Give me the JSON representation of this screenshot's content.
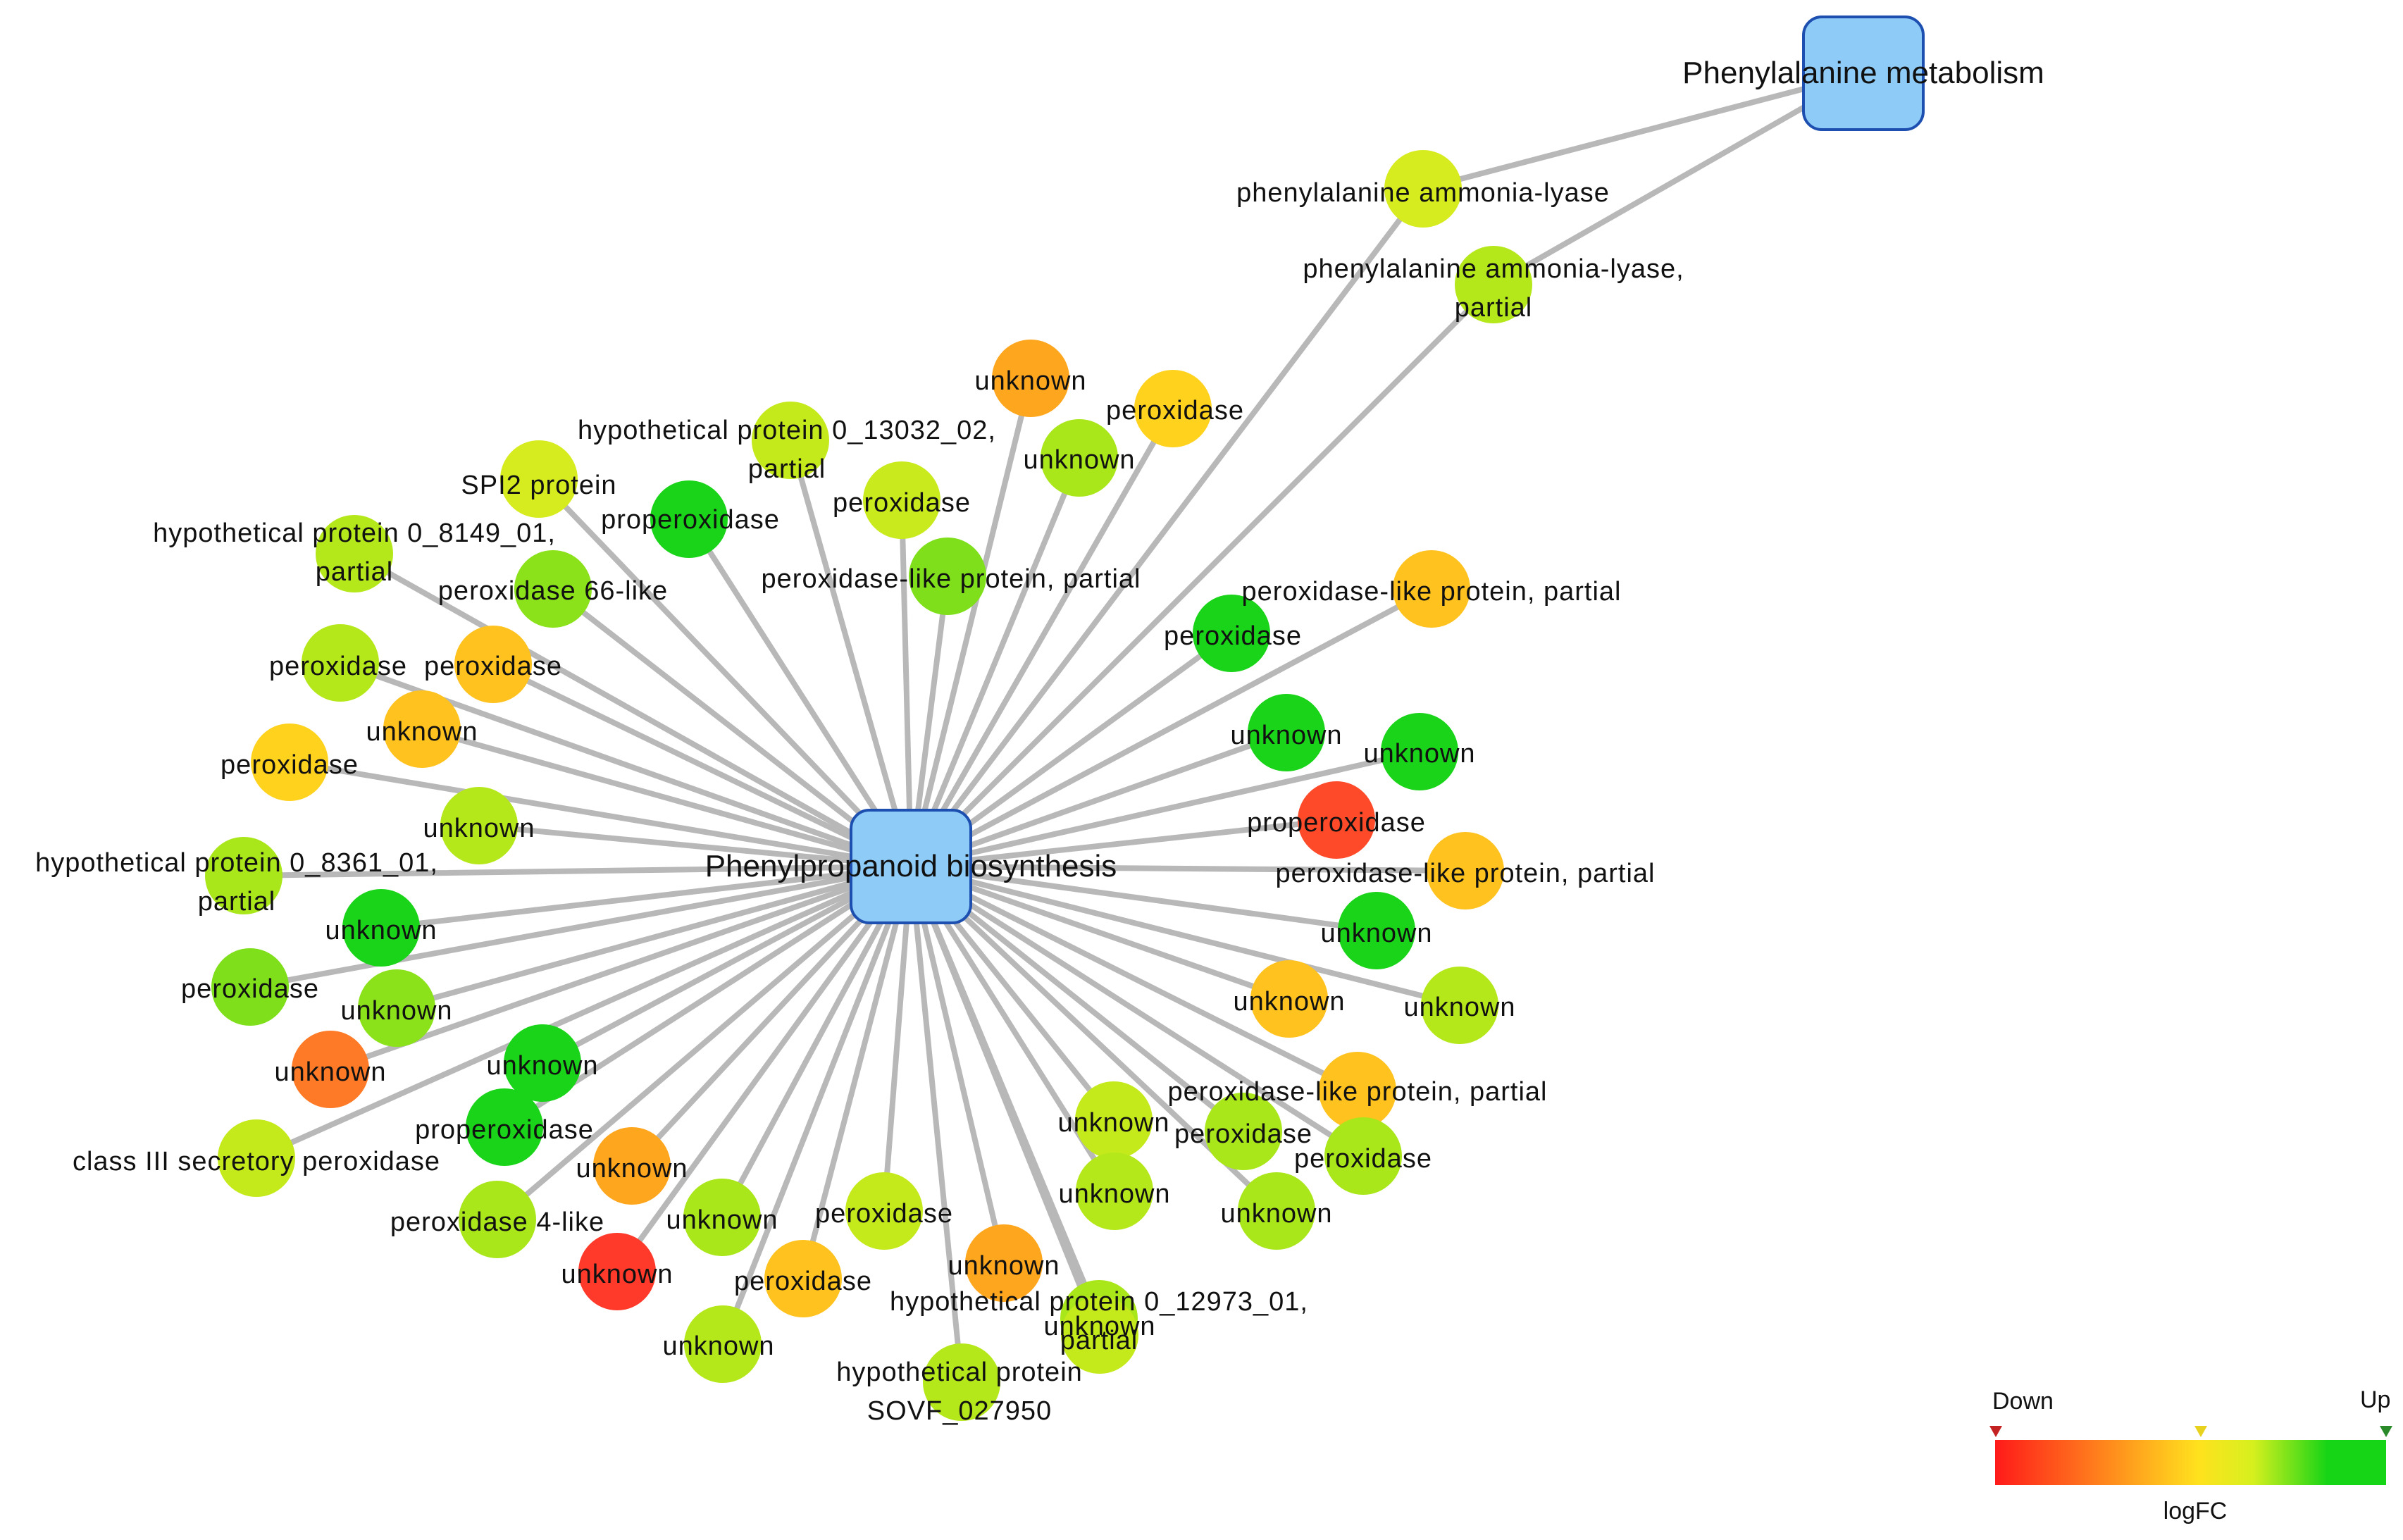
{
  "hubs": [
    {
      "id": "phe",
      "label": "Phenylalanine metabolism"
    },
    {
      "id": "ppb",
      "label": "Phenylpropanoid biosynthesis"
    }
  ],
  "nodes": [
    {
      "id": "n1",
      "lines": [
        "phenylalanine ammonia-lyase"
      ],
      "color": "#d6ec1f"
    },
    {
      "id": "n2",
      "lines": [
        "phenylalanine ammonia-lyase,",
        "partial"
      ],
      "color": "#b5e81a"
    },
    {
      "id": "n3",
      "lines": [
        "unknown"
      ],
      "color": "#ffa61f"
    },
    {
      "id": "n4",
      "lines": [
        "peroxidase"
      ],
      "color": "#ffd21e"
    },
    {
      "id": "n5",
      "lines": [
        "hypothetical protein 0_13032_02,",
        "partial"
      ],
      "color": "#c4ea1c"
    },
    {
      "id": "n6",
      "lines": [
        "unknown"
      ],
      "color": "#a9e61a"
    },
    {
      "id": "n7",
      "lines": [
        "SPI2 protein"
      ],
      "color": "#d6ec1f"
    },
    {
      "id": "n8",
      "lines": [
        "properoxidase"
      ],
      "color": "#19d419"
    },
    {
      "id": "n9",
      "lines": [
        "peroxidase"
      ],
      "color": "#c9ea1c"
    },
    {
      "id": "n10",
      "lines": [
        "hypothetical protein 0_8149_01,",
        "partial"
      ],
      "color": "#b5e81a"
    },
    {
      "id": "n11",
      "lines": [
        "peroxidase 66-like"
      ],
      "color": "#8be21a"
    },
    {
      "id": "n12",
      "lines": [
        "peroxidase-like protein, partial"
      ],
      "color": "#7edf1a"
    },
    {
      "id": "n13",
      "lines": [
        "peroxidase-like protein, partial"
      ],
      "color": "#ffc21e"
    },
    {
      "id": "n14",
      "lines": [
        "peroxidase"
      ],
      "color": "#19d419"
    },
    {
      "id": "n15",
      "lines": [
        "peroxidase"
      ],
      "color": "#b5e81a"
    },
    {
      "id": "n16",
      "lines": [
        "peroxidase"
      ],
      "color": "#ffc21e"
    },
    {
      "id": "n17",
      "lines": [
        "unknown"
      ],
      "color": "#ffc21e"
    },
    {
      "id": "n18",
      "lines": [
        "peroxidase"
      ],
      "color": "#ffd21e"
    },
    {
      "id": "n19",
      "lines": [
        "unknown"
      ],
      "color": "#19d419"
    },
    {
      "id": "n20",
      "lines": [
        "unknown"
      ],
      "color": "#19d419"
    },
    {
      "id": "n21",
      "lines": [
        "unknown"
      ],
      "color": "#b5e81a"
    },
    {
      "id": "n22",
      "lines": [
        "properoxidase"
      ],
      "color": "#ff4a2a"
    },
    {
      "id": "n23",
      "lines": [
        "hypothetical protein 0_8361_01,",
        "partial"
      ],
      "color": "#a9e61a"
    },
    {
      "id": "n24",
      "lines": [
        "peroxidase-like protein, partial"
      ],
      "color": "#ffc21e"
    },
    {
      "id": "n25",
      "lines": [
        "unknown"
      ],
      "color": "#19d419"
    },
    {
      "id": "n26",
      "lines": [
        "unknown"
      ],
      "color": "#19d419"
    },
    {
      "id": "n27",
      "lines": [
        "peroxidase"
      ],
      "color": "#7edf1a"
    },
    {
      "id": "n28",
      "lines": [
        "unknown"
      ],
      "color": "#8be21a"
    },
    {
      "id": "n29",
      "lines": [
        "unknown"
      ],
      "color": "#ffc21e"
    },
    {
      "id": "n30",
      "lines": [
        "unknown"
      ],
      "color": "#b5e81a"
    },
    {
      "id": "n31",
      "lines": [
        "unknown"
      ],
      "color": "#ff7a26"
    },
    {
      "id": "n32",
      "lines": [
        "unknown"
      ],
      "color": "#19d419"
    },
    {
      "id": "n33",
      "lines": [
        "peroxidase-like protein, partial"
      ],
      "color": "#ffc21e"
    },
    {
      "id": "n34",
      "lines": [
        "properoxidase"
      ],
      "color": "#19d419"
    },
    {
      "id": "n35",
      "lines": [
        "unknown"
      ],
      "color": "#c4ea1c"
    },
    {
      "id": "n36",
      "lines": [
        "peroxidase"
      ],
      "color": "#a9e61a"
    },
    {
      "id": "n37",
      "lines": [
        "peroxidase"
      ],
      "color": "#a9e61a"
    },
    {
      "id": "n38",
      "lines": [
        "class III secretory peroxidase"
      ],
      "color": "#c4ea1c"
    },
    {
      "id": "n39",
      "lines": [
        "unknown"
      ],
      "color": "#ffa61f"
    },
    {
      "id": "n40",
      "lines": [
        "unknown"
      ],
      "color": "#b5e81a"
    },
    {
      "id": "n41",
      "lines": [
        "unknown"
      ],
      "color": "#a9e61a"
    },
    {
      "id": "n42",
      "lines": [
        "peroxidase 4-like"
      ],
      "color": "#a9e61a"
    },
    {
      "id": "n43",
      "lines": [
        "unknown"
      ],
      "color": "#a9e61a"
    },
    {
      "id": "n44",
      "lines": [
        "peroxidase"
      ],
      "color": "#c4ea1c"
    },
    {
      "id": "n45",
      "lines": [
        "unknown"
      ],
      "color": "#b5e81a"
    },
    {
      "id": "n46",
      "lines": [
        "unknown"
      ],
      "color": "#ffa61f"
    },
    {
      "id": "n47",
      "lines": [
        "unknown"
      ],
      "color": "#ff3a2a"
    },
    {
      "id": "n48",
      "lines": [
        "peroxidase"
      ],
      "color": "#ffc21e"
    },
    {
      "id": "n49",
      "lines": [
        "hypothetical protein 0_12973_01,",
        "partial"
      ],
      "color": "#a9e61a"
    },
    {
      "id": "n50",
      "lines": [
        "unknown"
      ],
      "color": "#c4ea1c"
    },
    {
      "id": "n51",
      "lines": [
        "hypothetical protein",
        "SOVF_027950"
      ],
      "color": "#b5e81a"
    }
  ],
  "edges": [
    [
      "phe",
      "n1"
    ],
    [
      "phe",
      "n2"
    ],
    [
      "n1",
      "ppb"
    ],
    [
      "n2",
      "ppb"
    ],
    [
      "ppb",
      "n3"
    ],
    [
      "ppb",
      "n4"
    ],
    [
      "ppb",
      "n5"
    ],
    [
      "ppb",
      "n6"
    ],
    [
      "ppb",
      "n7"
    ],
    [
      "ppb",
      "n8"
    ],
    [
      "ppb",
      "n9"
    ],
    [
      "ppb",
      "n10"
    ],
    [
      "ppb",
      "n11"
    ],
    [
      "ppb",
      "n12"
    ],
    [
      "ppb",
      "n13"
    ],
    [
      "ppb",
      "n14"
    ],
    [
      "ppb",
      "n15"
    ],
    [
      "ppb",
      "n16"
    ],
    [
      "ppb",
      "n17"
    ],
    [
      "ppb",
      "n18"
    ],
    [
      "ppb",
      "n19"
    ],
    [
      "ppb",
      "n20"
    ],
    [
      "ppb",
      "n21"
    ],
    [
      "ppb",
      "n22"
    ],
    [
      "ppb",
      "n23"
    ],
    [
      "ppb",
      "n24"
    ],
    [
      "ppb",
      "n25"
    ],
    [
      "ppb",
      "n26"
    ],
    [
      "ppb",
      "n27"
    ],
    [
      "ppb",
      "n28"
    ],
    [
      "ppb",
      "n29"
    ],
    [
      "ppb",
      "n30"
    ],
    [
      "ppb",
      "n31"
    ],
    [
      "ppb",
      "n32"
    ],
    [
      "ppb",
      "n33"
    ],
    [
      "ppb",
      "n34"
    ],
    [
      "ppb",
      "n35"
    ],
    [
      "ppb",
      "n36"
    ],
    [
      "ppb",
      "n37"
    ],
    [
      "ppb",
      "n38"
    ],
    [
      "ppb",
      "n39"
    ],
    [
      "ppb",
      "n40"
    ],
    [
      "ppb",
      "n41"
    ],
    [
      "ppb",
      "n42"
    ],
    [
      "ppb",
      "n43"
    ],
    [
      "ppb",
      "n44"
    ],
    [
      "ppb",
      "n45"
    ],
    [
      "ppb",
      "n46"
    ],
    [
      "ppb",
      "n47"
    ],
    [
      "ppb",
      "n48"
    ],
    [
      "ppb",
      "n49"
    ],
    [
      "ppb",
      "n50"
    ],
    [
      "ppb",
      "n51"
    ]
  ],
  "legend": {
    "label_low": "Down",
    "label_high": "Up",
    "title": "logFC",
    "gradient": [
      "#ff1a1a",
      "#ffe21e",
      "#d6f01e",
      "#16d416"
    ],
    "marker_colors": [
      "#c42222",
      "#e8d21e",
      "#2a8a2a"
    ]
  },
  "style": {
    "hub_fill": "#8ecbf7",
    "hub_stroke": "#1c4fb0",
    "edge_color": "#b8b8b8"
  }
}
